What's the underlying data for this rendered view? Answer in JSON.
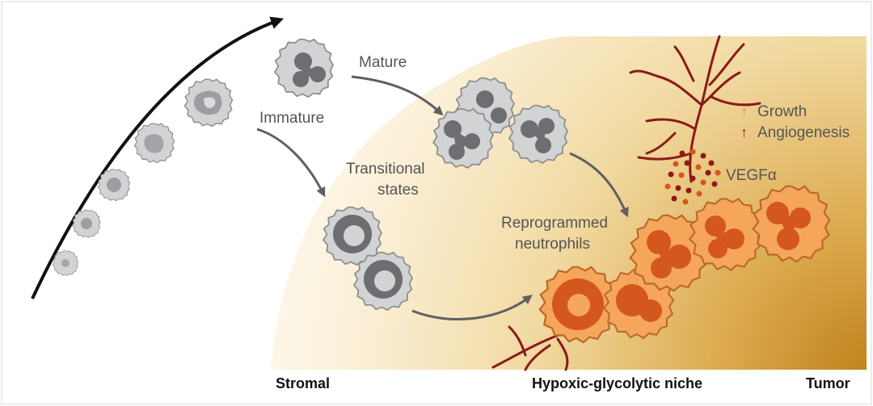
{
  "labels": {
    "mature": "Mature",
    "immature": "Immature",
    "transitional_1": "Transitional",
    "transitional_2": "states",
    "reprogrammed_1": "Reprogrammed",
    "reprogrammed_2": "neutrophils",
    "vegf": "VEGFα"
  },
  "legend": {
    "growth": {
      "symbol": "↑",
      "text": "Growth",
      "color": "#e8804a"
    },
    "angiogenesis": {
      "symbol": "↑",
      "text": "Angiogenesis",
      "color": "#8b1a1a"
    }
  },
  "regions": {
    "stromal": "Stromal",
    "niche": "Hypoxic-glycolytic niche",
    "tumor": "Tumor"
  },
  "colors": {
    "grey_cell": "#cfd0d2",
    "grey_nucleus": "#6d6e71",
    "orange_cell": "#f6a65a",
    "orange_nucleus": "#d4571e",
    "vessel": "#8b1a1a",
    "niche_light": "#fbf2dc",
    "niche_dark": "#c98a1c"
  }
}
